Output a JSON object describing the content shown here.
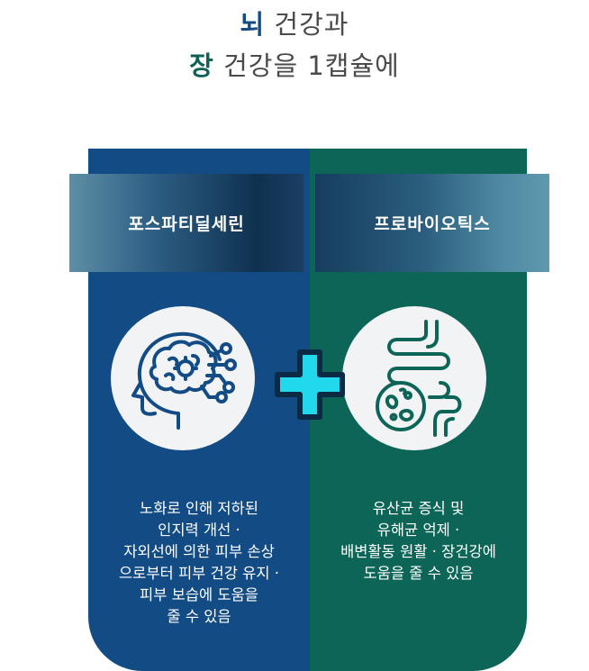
{
  "headline": {
    "line1_highlight": "뇌",
    "line1_rest": " 건강과",
    "line2_highlight": "장",
    "line2_rest": " 건강을 1캡슐에"
  },
  "left": {
    "title": "포스파티딜세린",
    "icon": "brain-head-icon",
    "lines": [
      "노화로 인해 저하된",
      "인지력 개선 ·",
      "자외선에 의한 피부 손상",
      "으로부터 피부 건강 유지 ·",
      "피부 보습에 도움을",
      "줄 수 있음"
    ]
  },
  "right": {
    "title": "프로바이오틱스",
    "icon": "intestine-bacteria-icon",
    "lines": [
      "유산균 증식 및",
      "유해균 억제 ·",
      "배변활동 원활 · 장건강에",
      "도움을 줄 수 있음"
    ]
  },
  "plus_icon": "plus-icon",
  "colors": {
    "blue": "#134c84",
    "green": "#0d6558",
    "cyan": "#22d8ec"
  }
}
